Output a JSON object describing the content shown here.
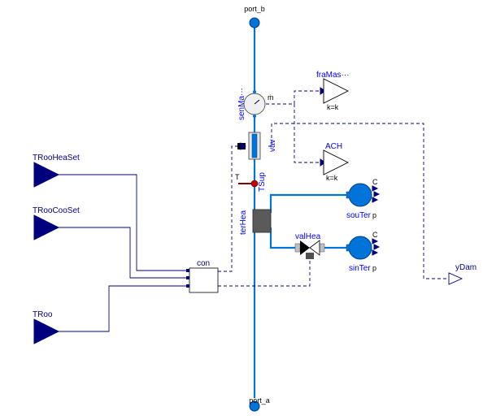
{
  "ports": {
    "port_b": "port_b",
    "port_a": "port_a"
  },
  "inputs": {
    "TRooHeaSet": "TRooHeaSet",
    "TRooCooSet": "TRooCooSet",
    "TRoo": "TRoo"
  },
  "blocks": {
    "con": "con",
    "senMa": "senMa···",
    "senMa_m": "ṁ",
    "fraMas": "fraMas···",
    "fraMas_k": "k=k",
    "ACH": "ACH",
    "ACH_k": "k=k",
    "vav": "vav",
    "TSup": "TSup",
    "TSup_T": "T",
    "terHea": "terHea",
    "valHea": "valHea",
    "souTer": "souTer",
    "sinTer": "sinTer",
    "source_C": "C",
    "source_p": "p",
    "sink_C": "C",
    "sink_p": "p"
  },
  "outputs": {
    "yDam": "yDam"
  },
  "colors": {
    "fluid_line": "#0074d9",
    "signal_line": "#000080",
    "label_blue": "#0000ff",
    "input_triangle": "#00007f"
  }
}
